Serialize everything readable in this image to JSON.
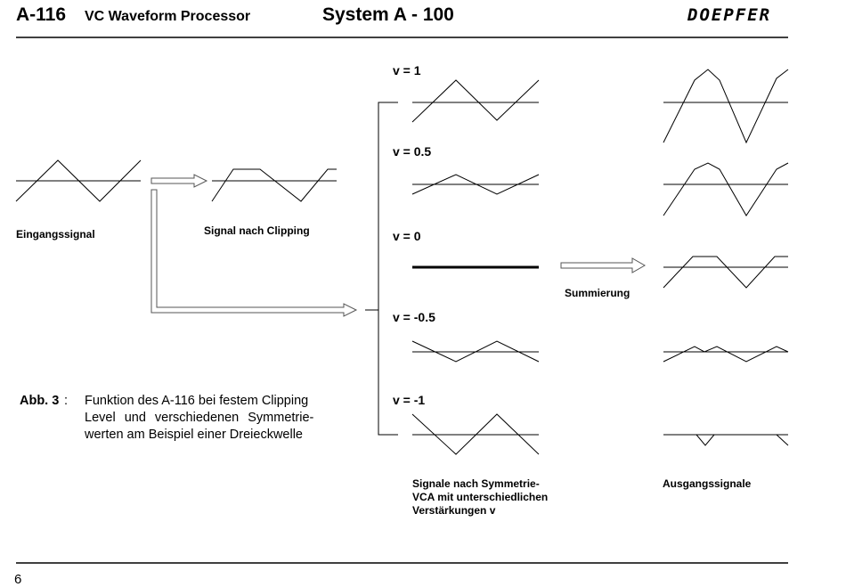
{
  "header": {
    "model": "A-116",
    "subtitle": "VC Waveform Processor",
    "system": "System  A - 100",
    "logo": "DOEPFER"
  },
  "labels": {
    "input": "Eingangssignal",
    "clipped": "Signal nach Clipping",
    "summation": "Summierung",
    "vca_line1": "Signale nach Symmetrie-",
    "vca_line2": "VCA mit unterschiedlichen",
    "vca_line3": "Verstärkungen v",
    "output": "Ausgangssignale"
  },
  "gains": [
    "v = 1",
    "v = 0.5",
    "v = 0",
    "v = -0.5",
    "v = -1"
  ],
  "caption": {
    "ref": "Abb. 3",
    "colon": ":",
    "line1": "Funktion des A-116 bei festem Clipping",
    "line2": "Level und verschiedenen Symmetrie-",
    "line3": "werten am Beispiel einer Dreieckwelle"
  },
  "footer": {
    "page": "6"
  }
}
